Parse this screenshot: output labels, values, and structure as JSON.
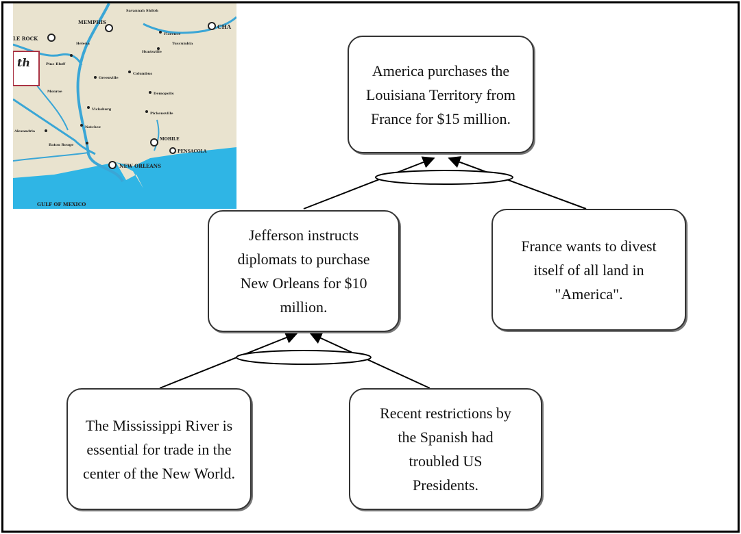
{
  "diagram": {
    "top": "America purchases the Louisiana Territory from France for $15 million.",
    "middle_left": "Jefferson instructs diplomats to purchase New Orleans for $10 million.",
    "middle_right": "France wants to divest itself of all land in \"America\".",
    "bottom_left": "The Mississippi River is essential for trade in the center of the New World.",
    "bottom_right": "Recent restrictions by the Spanish had troubled US Presidents."
  },
  "map": {
    "labels": {
      "memphis": "MEMPHIS",
      "little_rock": "LE ROCK",
      "cha": "CHA",
      "new_orleans": "NEW ORLEANS",
      "mobile": "MOBILE",
      "pensacola": "PENSACOLA",
      "gulf": "GULF OF MEXICO",
      "th": "th",
      "vicksburg": "Vicksburg",
      "natchez": "Natchez",
      "columbus": "Columbus",
      "florence": "Florence",
      "huntsville": "Huntsville",
      "tuscumbia": "Tuscumbia",
      "pine_bluff": "Pine Bluff",
      "greenville": "Greenville",
      "monroe": "Monroe",
      "demopolis": "Demopolis",
      "pickensville": "Pickensville",
      "baton_rouge": "Baton Rouge",
      "alexandria": "Alexandria",
      "shiloh": "Savannah Shiloh",
      "helena": "Helena"
    }
  }
}
